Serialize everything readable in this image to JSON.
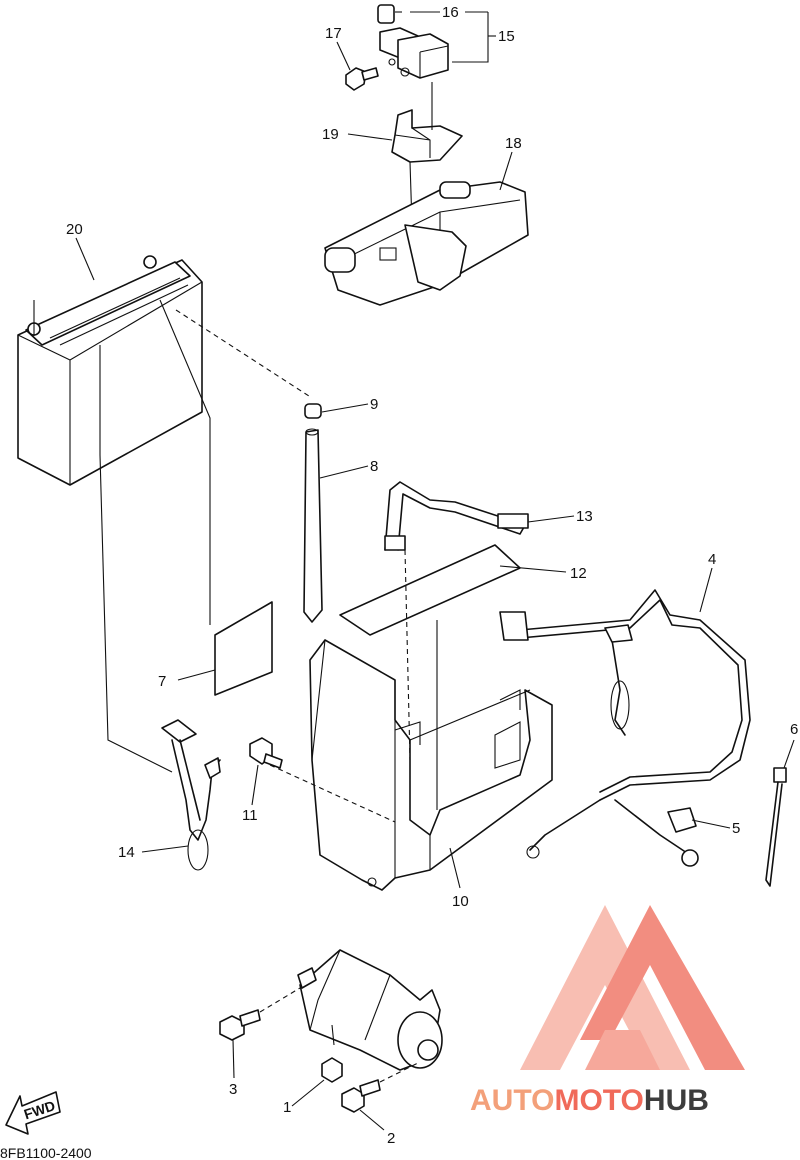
{
  "diagram_code": "8FB1100-2400",
  "fwd_badge": "FWD",
  "watermark": {
    "part1": "AUTO",
    "part2": "MOTO",
    "part3": "HUB",
    "color_light": "#f3a07a",
    "color_mid": "#f06a5a",
    "color_dark": "#3d3d3d"
  },
  "callouts": {
    "c1": "1",
    "c2": "2",
    "c3": "3",
    "c4": "4",
    "c5": "5",
    "c6": "6",
    "c7": "7",
    "c8": "8",
    "c9": "9",
    "c10": "10",
    "c11": "11",
    "c12": "12",
    "c13": "13",
    "c14": "14",
    "c15": "15",
    "c16": "16",
    "c17": "17",
    "c18": "18",
    "c19": "19",
    "c20": "20"
  }
}
